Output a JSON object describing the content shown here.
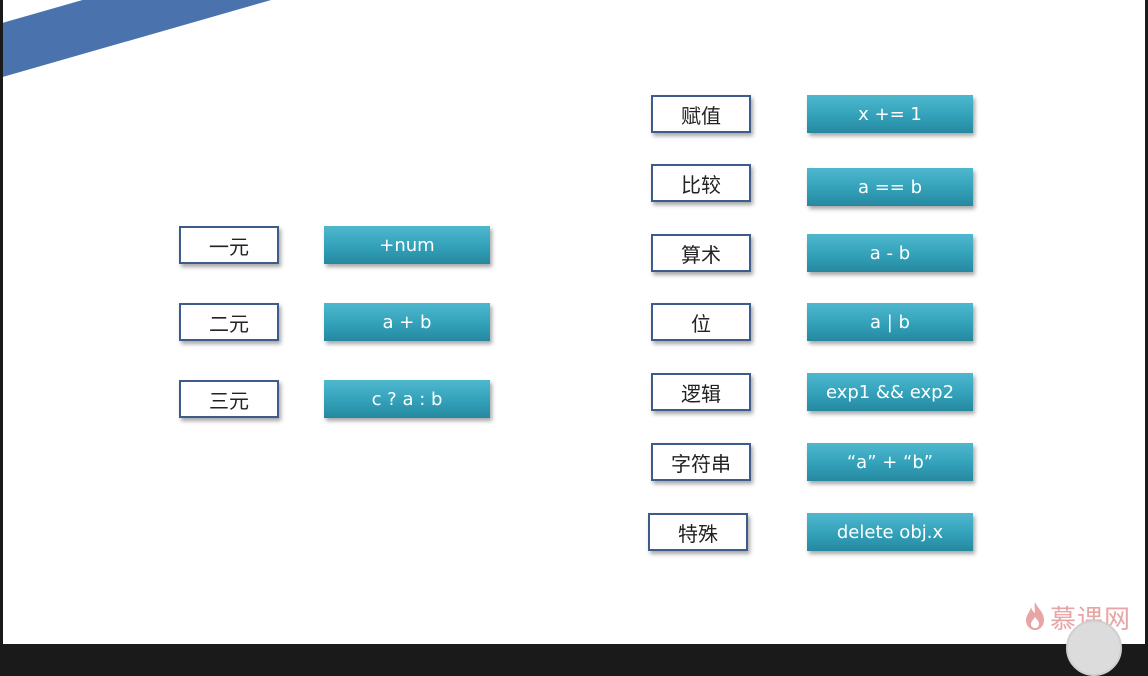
{
  "title": "运算符",
  "left_group": [
    {
      "label": "一元",
      "value": "+num"
    },
    {
      "label": "二元",
      "value": "a + b"
    },
    {
      "label": "三元",
      "value": "c ? a : b"
    }
  ],
  "right_group": [
    {
      "label": "赋值",
      "value": "x += 1"
    },
    {
      "label": "比较",
      "value": "a == b"
    },
    {
      "label": "算术",
      "value": "a - b"
    },
    {
      "label": "位",
      "value": "a | b"
    },
    {
      "label": "逻辑",
      "value": "exp1 && exp2"
    },
    {
      "label": "字符串",
      "value": "“a” + “b”"
    },
    {
      "label": "特殊",
      "value": "delete obj.x"
    }
  ],
  "watermark": {
    "text": "慕课网",
    "icon": "flame-icon"
  },
  "colors": {
    "banner": "#4a73ad",
    "value_box": "#32a1b9",
    "label_border": "#3e5c8a"
  }
}
